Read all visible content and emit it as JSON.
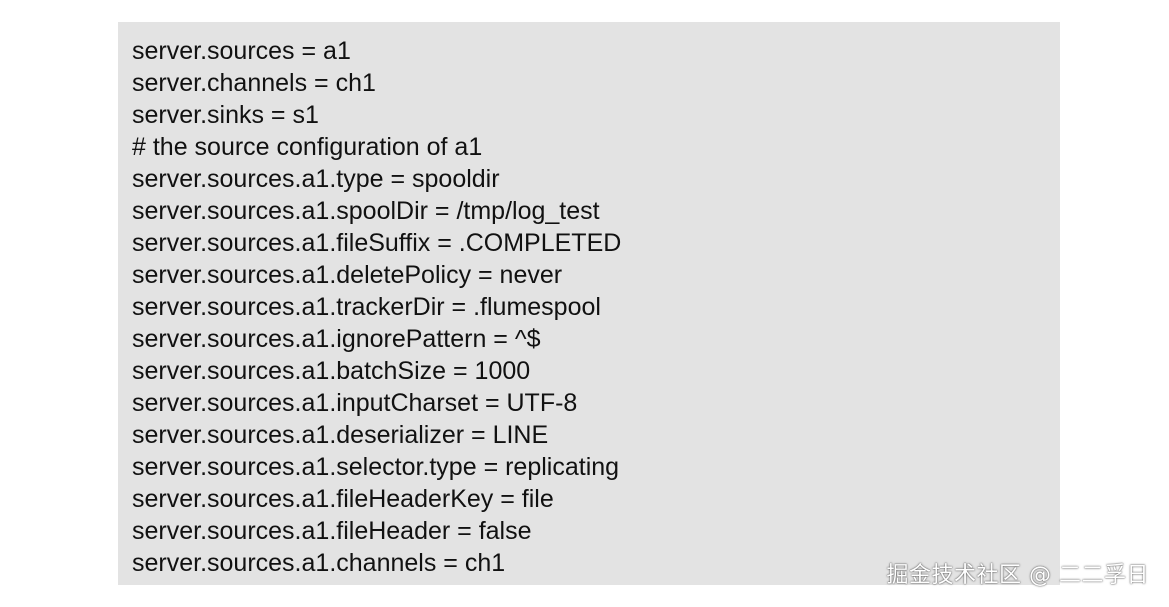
{
  "code_block": {
    "lines": [
      "server.sources = a1",
      "server.channels = ch1",
      "server.sinks = s1",
      "# the source configuration of a1",
      "server.sources.a1.type = spooldir",
      "server.sources.a1.spoolDir = /tmp/log_test",
      "server.sources.a1.fileSuffix = .COMPLETED",
      "server.sources.a1.deletePolicy = never",
      "server.sources.a1.trackerDir = .flumespool",
      "server.sources.a1.ignorePattern = ^$",
      "server.sources.a1.batchSize = 1000",
      "server.sources.a1.inputCharset = UTF-8",
      "server.sources.a1.deserializer = LINE",
      "server.sources.a1.selector.type = replicating",
      "server.sources.a1.fileHeaderKey = file",
      "server.sources.a1.fileHeader = false",
      "server.sources.a1.channels = ch1"
    ]
  },
  "watermark": {
    "text": "掘金技术社区 @ 二二孚日"
  },
  "colors": {
    "code_background": "#e3e3e3",
    "code_text": "#111111",
    "page_background": "#ffffff"
  }
}
